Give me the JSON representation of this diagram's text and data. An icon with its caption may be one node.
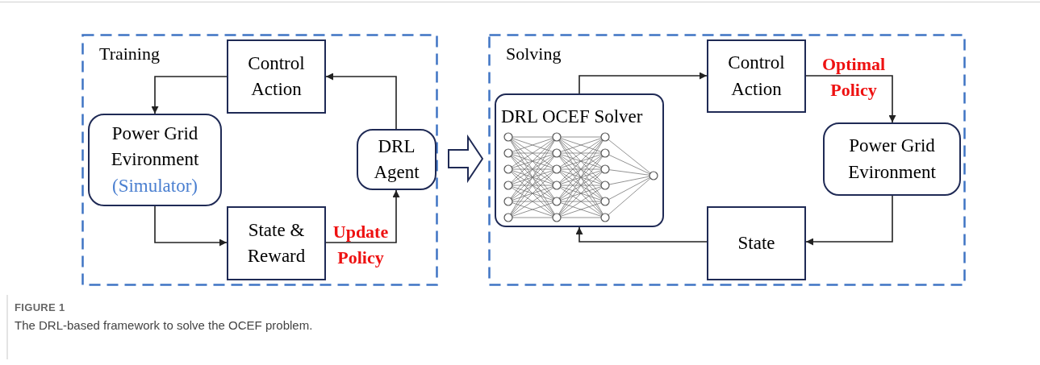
{
  "diagram": {
    "caption": "The DRL-based framework to solve the OCEF problem.",
    "nodes": [
      {
        "text": [
          "Training"
        ]
      },
      {
        "text": [
          "Control Action"
        ],
        "in": 0
      },
      {
        "text": [
          "Power Grid Evironment",
          "(Simulator)"
        ],
        "in": 0
      },
      {
        "text": [
          "State & Reward"
        ],
        "in": 0
      },
      {
        "text": [
          "DRL Agent"
        ],
        "in": 0
      },
      {
        "text": [
          "Solving"
        ]
      },
      {
        "text": [
          "DRL OCEF Solver"
        ],
        "in": 5
      },
      {
        "text": [
          "Control Action"
        ],
        "in": 5
      },
      {
        "text": [
          "Power Grid Evironment"
        ],
        "in": 5
      },
      {
        "text": [
          "State"
        ],
        "in": 5
      }
    ],
    "edges": [
      {
        "from": 1,
        "to": 2,
        "arrow": "to"
      },
      {
        "from": 2,
        "to": 3,
        "arrow": "to"
      },
      {
        "from": 3,
        "to": 4,
        "arrow": "to",
        "label": "Update Policy"
      },
      {
        "from": 4,
        "to": 1,
        "arrow": "to"
      },
      {
        "from": 0,
        "to": 5,
        "arrow": "to",
        "style": "thick"
      },
      {
        "from": 6,
        "to": 7,
        "arrow": "to"
      },
      {
        "from": 7,
        "to": 8,
        "arrow": "to",
        "label": "Optimal Policy"
      },
      {
        "from": 8,
        "to": 9,
        "arrow": "to"
      },
      {
        "from": 9,
        "to": 6,
        "arrow": "to"
      }
    ],
    "labels": [
      "FIGURE 1"
    ]
  }
}
